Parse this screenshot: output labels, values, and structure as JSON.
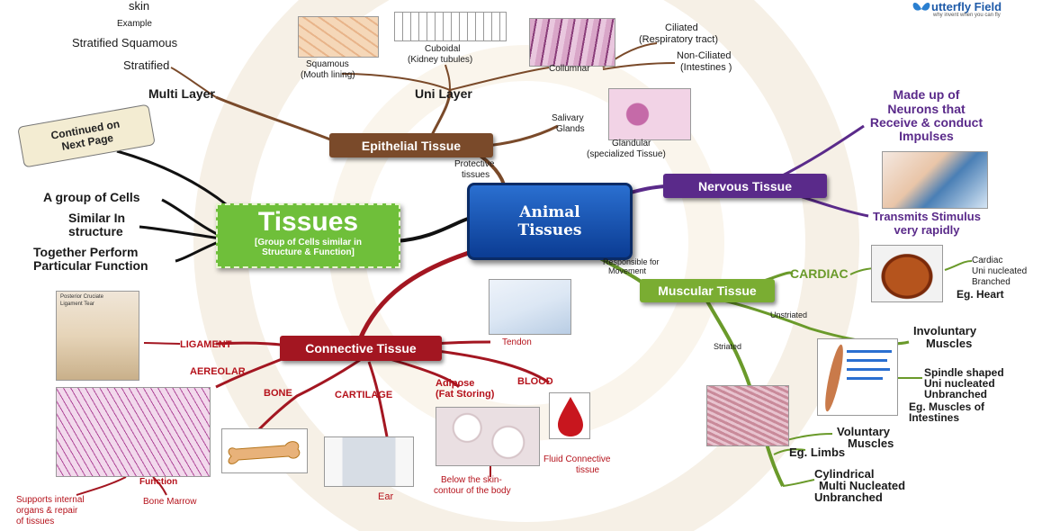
{
  "logo": {
    "name": "utterfly Field",
    "tagline": "why invent when you can fly"
  },
  "center": {
    "line1": "Animal",
    "line2": "Tissues"
  },
  "tissues": {
    "title": "Tissues",
    "subtitle_line1": "[Group of Cells similar in",
    "subtitle_line2": "Structure & Function]"
  },
  "scroll": {
    "line1": "Continued on",
    "line2": "Next Page"
  },
  "definition": {
    "line1": "A group of Cells",
    "line2": "Similar In",
    "line3": "structure",
    "line4": "Together Perform",
    "line5": "Particular Function"
  },
  "epithelial": {
    "label": "Epithelial Tissue",
    "protective": "Protective",
    "tissues_word": "tissues",
    "multi_layer": "Multi Layer",
    "stratified": "Stratified",
    "stratified_squamous": "Stratified Squamous",
    "example": "Example",
    "skin": "skin",
    "uni_layer": "Uni Layer",
    "squamous": "Squamous",
    "squamous_note": "(Mouth lining)",
    "cuboidal": "Cuboidal",
    "cuboidal_note": "(Kidney tubules)",
    "collumnar": "Collumnar",
    "ciliated": "Ciliated",
    "ciliated_note": "(Respiratory tract)",
    "non_ciliated": "Non-Ciliated",
    "non_ciliated_note": "(Intestines )",
    "salivary": "Salivary",
    "glands": "Glands",
    "glandular": "Glandular",
    "glandular_note": "(specialized Tissue)"
  },
  "nervous": {
    "label": "Nervous Tissue",
    "made_line1": "Made up of",
    "made_line2": "Neurons that",
    "made_line3": "Receive & conduct",
    "made_line4": "Impulses",
    "transmits_line1": "Transmits Stimulus",
    "transmits_line2": "very rapidly"
  },
  "muscular": {
    "label": "Muscular Tissue",
    "responsible_line1": "Responsible for",
    "responsible_line2": "Movement",
    "cardiac": "CARDIAC",
    "cardiac_f1": "Cardiac",
    "cardiac_f2": "Uni nucleated",
    "cardiac_f3": "Branched",
    "eg_heart": "Eg. Heart",
    "unstriated": "Unstriated",
    "involuntary_line1": "Involuntary",
    "involuntary_line2": "Muscles",
    "spindle": "Spindle shaped",
    "uni_nucleated": "Uni nucleated",
    "unbranched": "Unbranched",
    "eg_intestines_line1": "Eg. Muscles of",
    "eg_intestines_line2": "Intestines",
    "striated": "Striated",
    "voluntary_line1": "Voluntary",
    "voluntary_line2": "Muscles",
    "eg_limbs": "Eg. Limbs",
    "cylindrical": "Cylindrical",
    "multi_nucleated": "Multi Nucleated",
    "unbranched2": "Unbranched"
  },
  "connective": {
    "label": "Connective Tissue",
    "ligament": "LIGAMENT",
    "ligament_img_line1": "Posterior Cruciate",
    "ligament_img_line2": "Ligament Tear",
    "aereolar": "AEREOLAR",
    "function": "Function",
    "supports_line1": "Supports internal",
    "supports_line2": "organs & repair",
    "supports_line3": "of tissues",
    "bone": "BONE",
    "bone_marrow": "Bone Marrow",
    "cartilage": "CARTILAGE",
    "ear": "Ear",
    "adipose": "Adipose",
    "adipose_note": "(Fat Storing)",
    "below_skin_line1": "Below the skin-",
    "below_skin_line2": "contour of the body",
    "blood": "BLOOD",
    "fluid_line1": "Fluid Connective",
    "fluid_line2": "tissue",
    "tendon": "Tendon"
  },
  "colors": {
    "epithelial": "#7a4a2a",
    "nervous": "#5a2a8a",
    "muscular": "#6a9a2a",
    "connective": "#a31621",
    "tissues": "#6fbf3a",
    "center": "#1d56b5"
  }
}
